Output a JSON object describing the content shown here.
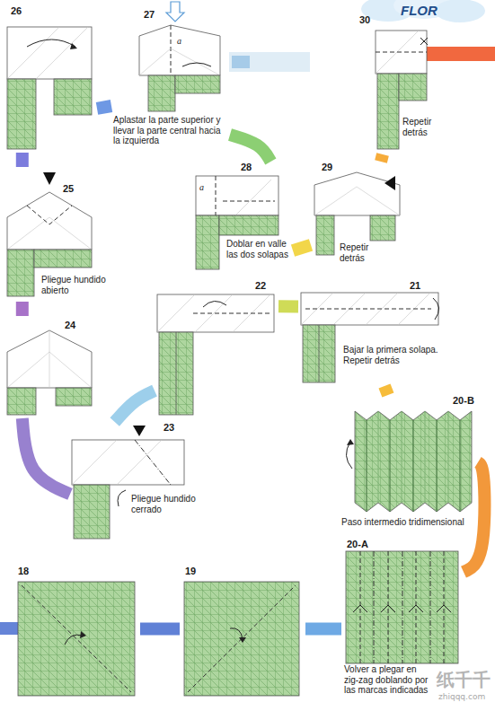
{
  "diagram": {
    "title": "FLOR",
    "nodes": [
      {
        "text": [
          "18"
        ]
      },
      {
        "text": [
          "19"
        ]
      },
      {
        "text": [
          "20-A",
          "Volver a plegar en zig-zag doblando por las marcas indicadas"
        ]
      },
      {
        "text": [
          "20-B",
          "Paso intermedio tridimensional"
        ]
      },
      {
        "text": [
          "21",
          "Bajar la primera solapa. Repetir detrás"
        ]
      },
      {
        "text": [
          "22"
        ]
      },
      {
        "text": [
          "23",
          "Pliegue hundido cerrado"
        ]
      },
      {
        "text": [
          "24"
        ]
      },
      {
        "text": [
          "25",
          "Pliegue hundido abierto"
        ]
      },
      {
        "text": [
          "26"
        ]
      },
      {
        "text": [
          "27",
          "Aplastar la parte superior y llevar la parte central hacia la izquierda"
        ]
      },
      {
        "text": [
          "28",
          "Doblar en valle las dos solapas"
        ]
      },
      {
        "text": [
          "29",
          "Repetir detrás"
        ]
      },
      {
        "text": [
          "30",
          "Repetir detrás"
        ]
      }
    ],
    "edges": [
      {
        "from": 0,
        "to": 1,
        "arrow": "none"
      },
      {
        "from": 1,
        "to": 2,
        "arrow": "none"
      },
      {
        "from": 2,
        "to": 3,
        "arrow": "none"
      },
      {
        "from": 3,
        "to": 4,
        "arrow": "none"
      },
      {
        "from": 4,
        "to": 5,
        "arrow": "none"
      },
      {
        "from": 5,
        "to": 6,
        "arrow": "none"
      },
      {
        "from": 6,
        "to": 7,
        "arrow": "none"
      },
      {
        "from": 7,
        "to": 8,
        "arrow": "none"
      },
      {
        "from": 8,
        "to": 9,
        "arrow": "none"
      },
      {
        "from": 9,
        "to": 10,
        "arrow": "none"
      },
      {
        "from": 10,
        "to": 11,
        "arrow": "none"
      },
      {
        "from": 11,
        "to": 12,
        "arrow": "none"
      },
      {
        "from": 12,
        "to": 13,
        "arrow": "none"
      }
    ],
    "labels": [
      "a",
      "a",
      "纸千千",
      "zhiqqq.com"
    ]
  }
}
